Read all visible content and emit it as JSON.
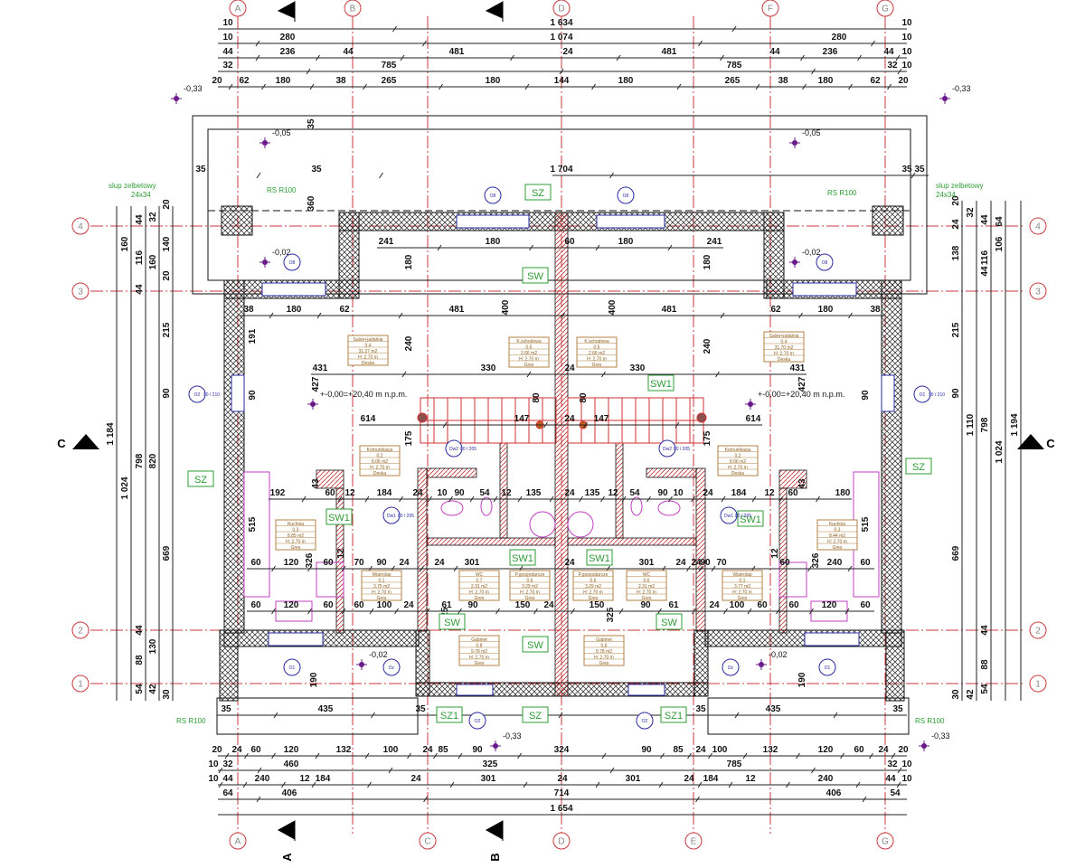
{
  "grid": {
    "top_columns": [
      "A",
      "B",
      "D",
      "F",
      "G"
    ],
    "bottom_columns": [
      "A",
      "C",
      "D",
      "E",
      "G"
    ],
    "left_rows": [
      "4",
      "3",
      "2",
      "1"
    ],
    "right_rows": [
      "4",
      "3",
      "2",
      "1"
    ]
  },
  "sections": {
    "bottom": [
      "A",
      "B"
    ],
    "left": "C",
    "right": "C"
  },
  "dims": {
    "top": [
      [
        "10",
        "1 634",
        "10"
      ],
      [
        "10",
        "280",
        "1 074",
        "280",
        "10"
      ],
      [
        "44",
        "236",
        "44",
        "481",
        "24",
        "481",
        "44",
        "236",
        "44",
        "10"
      ],
      [
        "32",
        "785",
        "785",
        "32",
        "10"
      ],
      [
        "20",
        "62",
        "180",
        "38",
        "265",
        "180",
        "144",
        "180",
        "265",
        "38",
        "180",
        "62",
        "20"
      ]
    ],
    "bottom": [
      [
        "20",
        "24",
        "60",
        "120",
        "132",
        "100",
        "24",
        "85",
        "90",
        "324",
        "90",
        "85",
        "24",
        "100",
        "132",
        "120",
        "60",
        "24",
        "20"
      ],
      [
        "10",
        "32",
        "460",
        "325",
        "785",
        "32",
        "10"
      ],
      [
        "10",
        "44",
        "240",
        "12",
        "184",
        "24",
        "301",
        "24",
        "301",
        "24",
        "184",
        "12",
        "240",
        "44",
        "10"
      ],
      [
        "64",
        "406",
        "714",
        "406",
        "54"
      ],
      [
        "1 654"
      ]
    ],
    "left": [
      [
        "1 184"
      ],
      [
        "160",
        "1 024"
      ],
      [
        "44",
        "116",
        "44",
        "798",
        "44",
        "88",
        "54"
      ],
      [
        "32",
        "160",
        "820",
        "130",
        "42"
      ],
      [
        "20",
        "140",
        "20",
        "215",
        "90",
        "669",
        "30"
      ]
    ],
    "right": [
      [
        "20",
        "24",
        "138",
        "215",
        "90",
        "669",
        "30"
      ],
      [
        "32",
        "1 110",
        "42"
      ],
      [
        "44",
        "116",
        "44",
        "798",
        "44",
        "88",
        "54"
      ],
      [
        "64",
        "106",
        "1 024"
      ],
      [
        "1 194"
      ]
    ],
    "interior_h": [
      [
        "1 704",
        "35",
        "35",
        "35",
        "35"
      ],
      [
        "241",
        "180",
        "60",
        "180",
        "241"
      ],
      [
        "38",
        "180",
        "62",
        "481",
        "481",
        "62",
        "180",
        "38"
      ],
      [
        "431",
        "330",
        "24",
        "330",
        "431"
      ],
      [
        "614",
        "147",
        "24",
        "147",
        "614"
      ],
      [
        "192",
        "60",
        "12",
        "184",
        "24",
        "10",
        "90",
        "54",
        "12",
        "135",
        "24",
        "135",
        "12",
        "54",
        "90",
        "10",
        "24",
        "184",
        "12",
        "60",
        "180"
      ],
      [
        "60",
        "120",
        "60",
        "70",
        "90",
        "24",
        "24",
        "301",
        "24",
        "301",
        "24",
        "24",
        "90",
        "70",
        "60",
        "240",
        "60"
      ],
      [
        "60",
        "120",
        "60",
        "60",
        "100",
        "24",
        "61",
        "90",
        "150",
        "24",
        "150",
        "90",
        "61",
        "24",
        "100",
        "60",
        "60",
        "120",
        "60"
      ],
      [
        "35",
        "435",
        "35",
        "35",
        "435",
        "35"
      ]
    ],
    "interior_v": [
      "360",
      "35",
      "180",
      "400",
      "400",
      "180",
      "240",
      "240",
      "427",
      "427",
      "191",
      "90",
      "90",
      "175",
      "175",
      "43",
      "43",
      "515",
      "515",
      "326",
      "326",
      "325",
      "325",
      "190",
      "190",
      "12",
      "12",
      "80",
      "80"
    ]
  },
  "rooms": [
    {
      "name": "Salon+jadalnia",
      "num": "0.4",
      "area": "31.27 m2",
      "height": "H: 2.70 m",
      "floor": "Deska"
    },
    {
      "name": "K.schodowa",
      "num": "0.5",
      "area": "2.66 m2",
      "height": "H: 2.70 m",
      "floor": "Gres"
    },
    {
      "name": "K.schodowa",
      "num": "0.5",
      "area": "2.66 m2",
      "height": "H: 2.70 m",
      "floor": "Gres"
    },
    {
      "name": "Salon+jadalnia",
      "num": "0.4",
      "area": "31.70 m2",
      "height": "H: 2.70 m",
      "floor": "Deska"
    },
    {
      "name": "Komunikacja",
      "num": "0.2",
      "area": "8.06 m2",
      "height": "H: 2.70 m",
      "floor": "Deska"
    },
    {
      "name": "Komunikacja",
      "num": "0.2",
      "area": "8.06 m2",
      "height": "H: 2.70 m",
      "floor": "Deska"
    },
    {
      "name": "Kuchnia",
      "num": "0.3",
      "area": "8.85 m2",
      "height": "H: 2.70 m",
      "floor": "Gres"
    },
    {
      "name": "Kuchnia",
      "num": "0.3",
      "area": "8.44 m2",
      "height": "H: 2.70 m",
      "floor": "Gres"
    },
    {
      "name": "Wiatrolap",
      "num": "0.1",
      "area": "3.75 m2",
      "height": "H: 2.70 m",
      "floor": "Gres"
    },
    {
      "name": "Wiatrolap",
      "num": "0.1",
      "area": "3.77 m2",
      "height": "H: 2.70 m",
      "floor": "Gres"
    },
    {
      "name": "WC",
      "num": "0.7",
      "area": "2.31 m2",
      "height": "H: 2.70 m",
      "floor": "Gres"
    },
    {
      "name": "WC",
      "num": "0.6",
      "area": "2.31 m2",
      "height": "H: 2.70 m",
      "floor": "Gres"
    },
    {
      "name": "P.gospodarcze",
      "num": "0.6",
      "area": "3.29 m2",
      "height": "H: 2.70 m",
      "floor": "Gres"
    },
    {
      "name": "P.gospodarcze",
      "num": "0.6",
      "area": "3.29 m2",
      "height": "H: 2.70 m",
      "floor": "Gres"
    },
    {
      "name": "Gabinet",
      "num": "0.8",
      "area": "9.78 m2",
      "height": "H: 2.70 m",
      "floor": "Gres"
    },
    {
      "name": "Gabinet",
      "num": "0.8",
      "area": "9.78 m2",
      "height": "H: 2.70 m",
      "floor": "Gres"
    }
  ],
  "tags": [
    "SZ",
    "SW",
    "SW1",
    "SZ",
    "SW1",
    "SW1",
    "SZ",
    "SW1",
    "SW1",
    "SW",
    "SW",
    "SW",
    "SZ1",
    "SZ",
    "SZ1"
  ],
  "notes": {
    "column": [
      "slup zelbetowy",
      "24x34",
      "slup zelbetowy",
      "24x34"
    ],
    "rs": [
      "RS R100",
      "RS R100",
      "RS R100",
      "RS R100"
    ]
  },
  "levels": [
    "-0,33",
    "-0,33",
    "-0,05",
    "-0,05",
    "-0,02",
    "-0,02",
    "-0,02",
    "-0,02",
    "-0,33",
    "-0,33",
    "+-0,00=+20,40 m n.p.m.",
    "+-0,00=+20,40 m n.p.m."
  ],
  "openings": [
    {
      "id": "O8"
    },
    {
      "id": "O8"
    },
    {
      "id": "O8"
    },
    {
      "id": "O8"
    },
    {
      "id": "O2",
      "size": "90 / 210"
    },
    {
      "id": "O1",
      "size": "90 / 210"
    },
    {
      "id": "O1"
    },
    {
      "id": "O1"
    },
    {
      "id": "O2"
    },
    {
      "id": "O2"
    },
    {
      "id": "Dw2",
      "size": "80 / 205"
    },
    {
      "id": "Dw2",
      "size": "80 / 205"
    },
    {
      "id": "Dw1",
      "size": "80 / 205"
    },
    {
      "id": "Dw1",
      "size": "80 / 205"
    },
    {
      "id": "Dz"
    },
    {
      "id": "Dz"
    }
  ],
  "colors": {
    "grid": "#c8383c",
    "tag": "#2e9c36",
    "room": "#8a5a1a",
    "stairs": "#d03030",
    "opening": "#2a2aa0",
    "furniture": "#c040c0"
  }
}
